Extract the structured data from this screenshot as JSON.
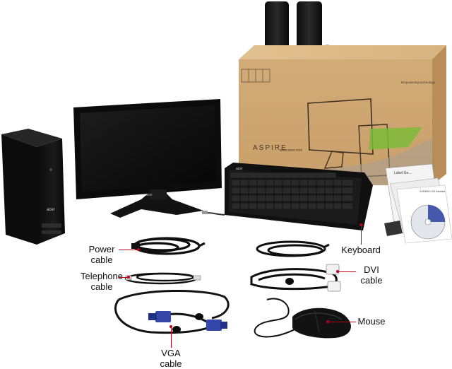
{
  "labels": {
    "power_line1": "Power",
    "power_line2": "cable",
    "telephone_line1": "Telephone",
    "telephone_line2": "cable",
    "vga_line1": "VGA",
    "vga_line2": "cable",
    "keyboard": "Keyboard",
    "dvi_line1": "DVI",
    "dvi_line2": "cable",
    "mouse": "Mouse"
  },
  "branding": {
    "box_name": "ASPIRE",
    "box_url": "www.acer.com",
    "box_tagline": "Empowering technology",
    "logo_text": "acer",
    "manual_title": "Label Ge...",
    "manual_subtitle": "X203W LCD Monitor"
  }
}
